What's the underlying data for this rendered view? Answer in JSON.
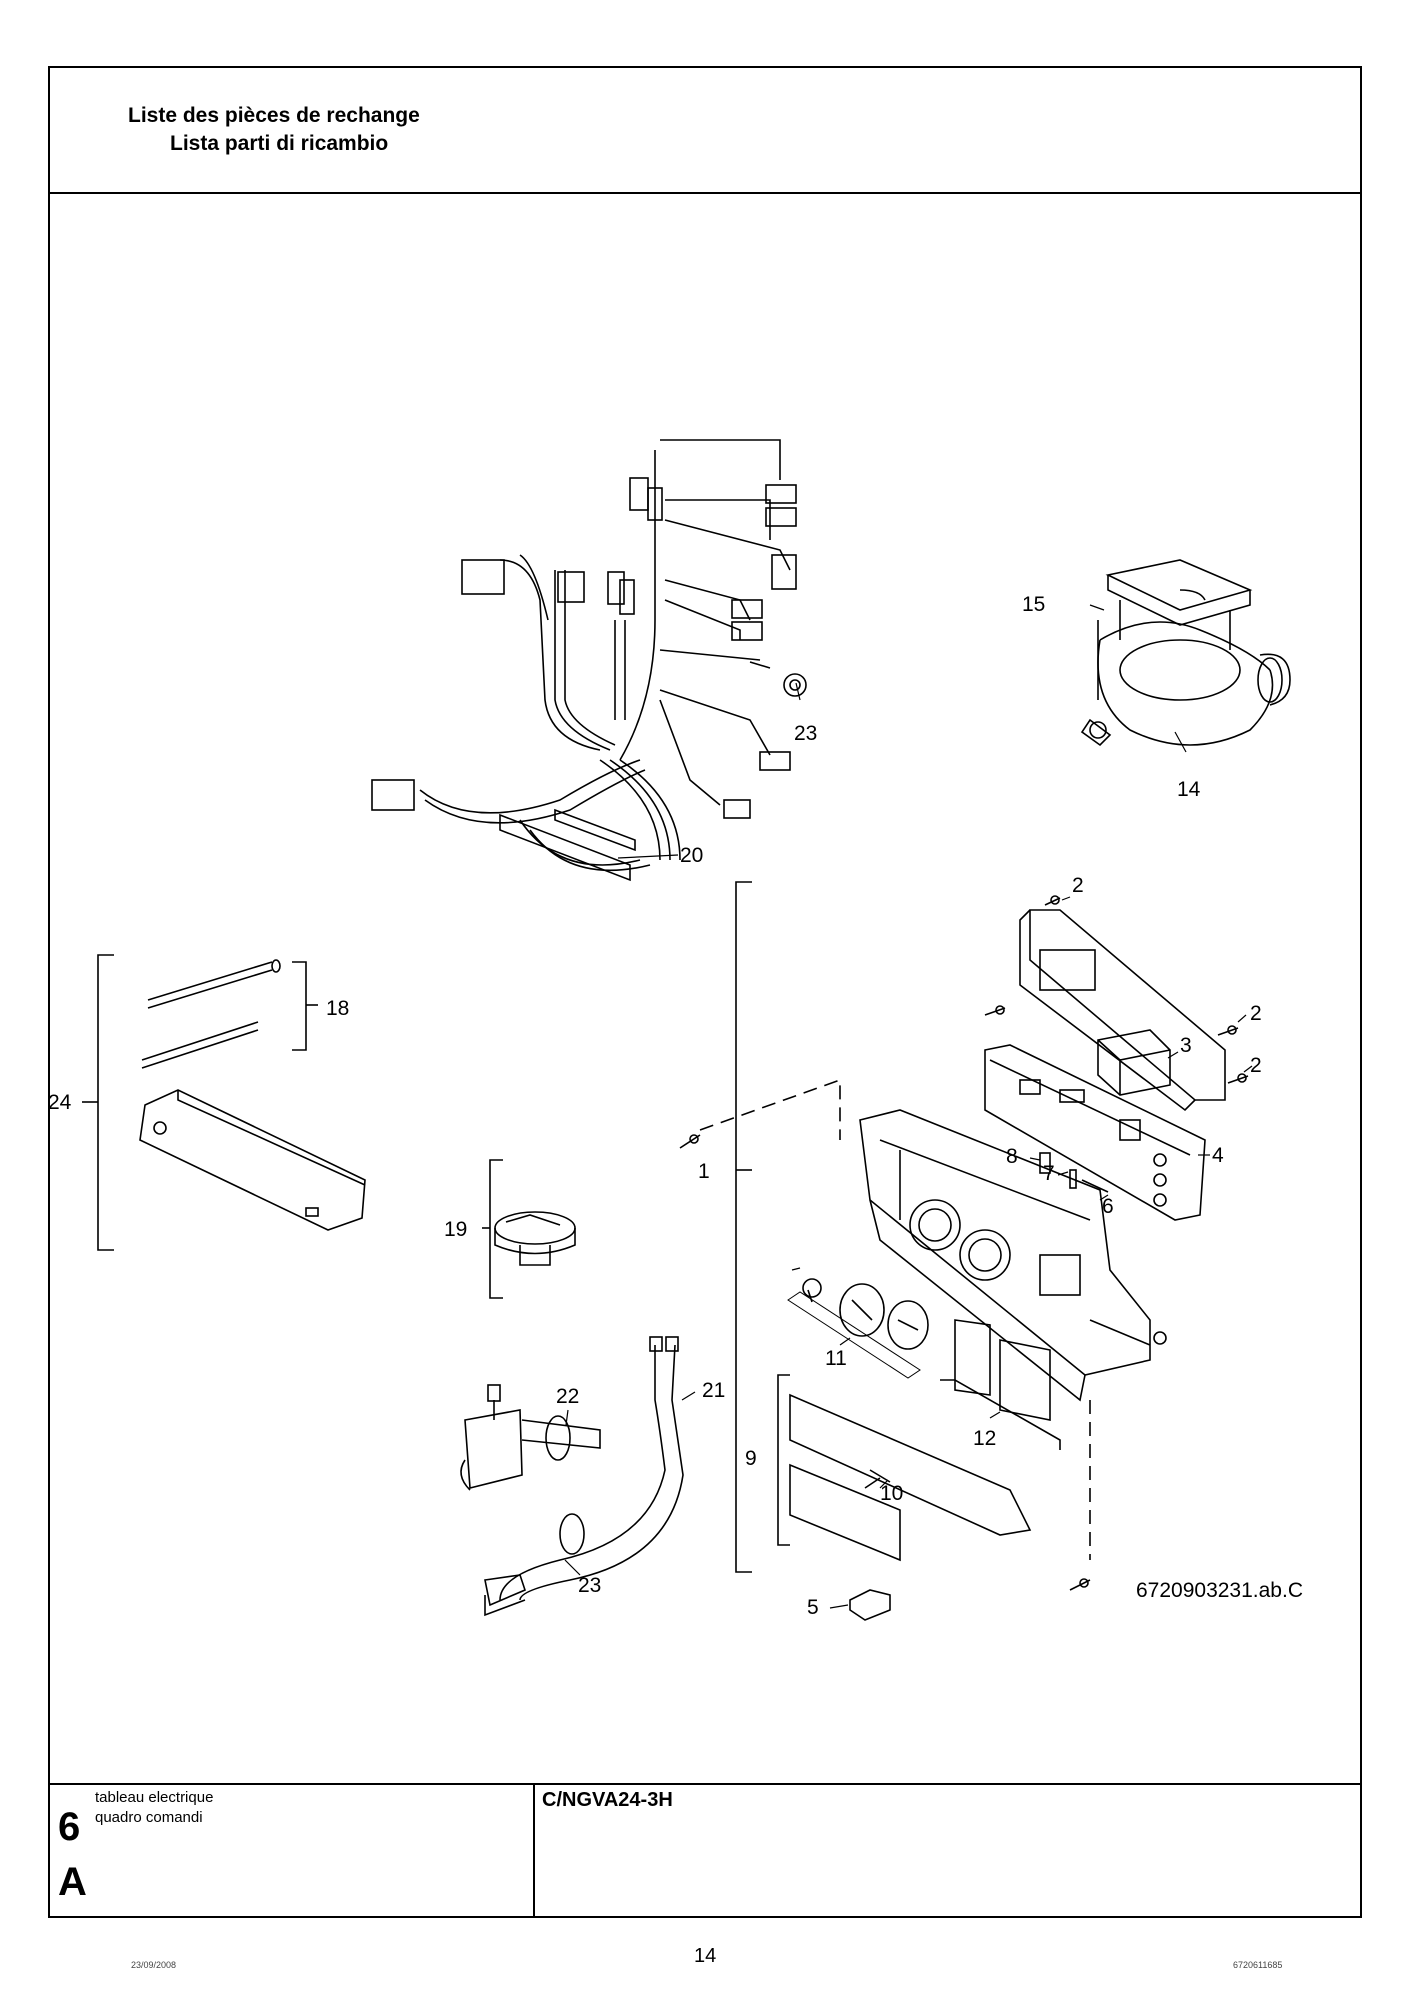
{
  "header": {
    "title_fr": "Liste des pièces de rechange",
    "title_it": "Lista parti di ricambio"
  },
  "diagram": {
    "part_labels": {
      "p1": "1",
      "p2a": "2",
      "p2b": "2",
      "p2c": "2",
      "p3": "3",
      "p4": "4",
      "p5": "5",
      "p6": "6",
      "p7": "7",
      "p8": "8",
      "p9": "9",
      "p10": "10",
      "p11": "11",
      "p12": "12",
      "p14": "14",
      "p15": "15",
      "p18": "18",
      "p19": "19",
      "p20": "20",
      "p21": "21",
      "p22": "22",
      "p23a": "23",
      "p23b": "23",
      "p24": "24"
    },
    "figure_reference": "6720903231.ab.C"
  },
  "footer_box": {
    "section_number": "6",
    "section_letter": "A",
    "description_fr": "tableau electrique",
    "description_it": "quadro comandi",
    "model": "C/NGVA24-3H"
  },
  "page_footer": {
    "date": "23/09/2008",
    "page_number": "14",
    "document_code": "6720611685"
  }
}
